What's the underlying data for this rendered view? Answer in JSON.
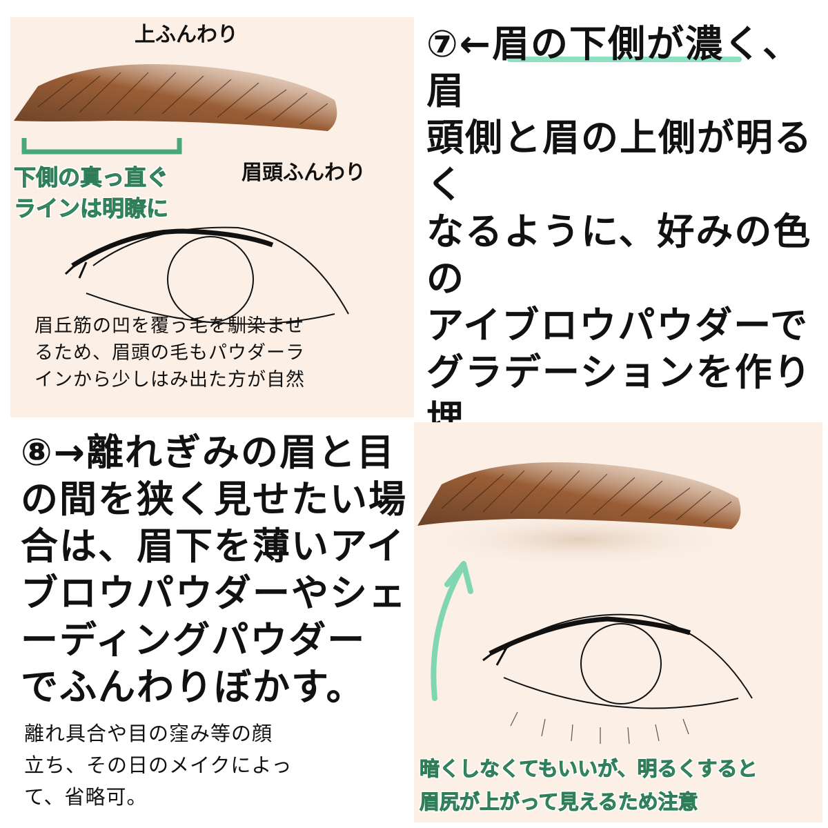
{
  "top_panel": {
    "label_upper_fluffy": "上ふんわり",
    "label_head_fluffy": "眉頭ふんわり",
    "label_lower_line": "下側の真っ直ぐ\nラインは明瞭に",
    "note": "眉丘筋の凹を覆う毛を馴染ませ\nるため、眉頭の毛もパウダーラ\nインから少しはみ出た方が自然"
  },
  "step7": {
    "text": "⑦←眉の下側が濃く、眉\n頭側と眉の上側が明るく\nなるように、好みの色の\nアイブロウパウダーで\nグラデーションを作り埋\nめる。上輪郭と眉頭をペ\nンシル線と合わせてスク\nリューブラシでぼかす。"
  },
  "step8": {
    "text": "⑧→離れぎみの眉と目\nの間を狭く見せたい場\n合は、眉下を薄いアイ\nブロウパウダーやシェ\nーディングパウダー\nでふんわりぼかす。",
    "note": "離れ具合や目の窪み等の顔\n立ち、その日のメイクによっ\nて、省略可。"
  },
  "bottom_panel": {
    "caution": "暗くしなくてもいいが、明るくすると\n眉尻が上がって見えるため注意"
  },
  "colors": {
    "panel_bg": "#fbefe6",
    "accent_green": "#4aa878",
    "brow_dark": "#5c3b24",
    "brow_mid": "#a0653c"
  }
}
